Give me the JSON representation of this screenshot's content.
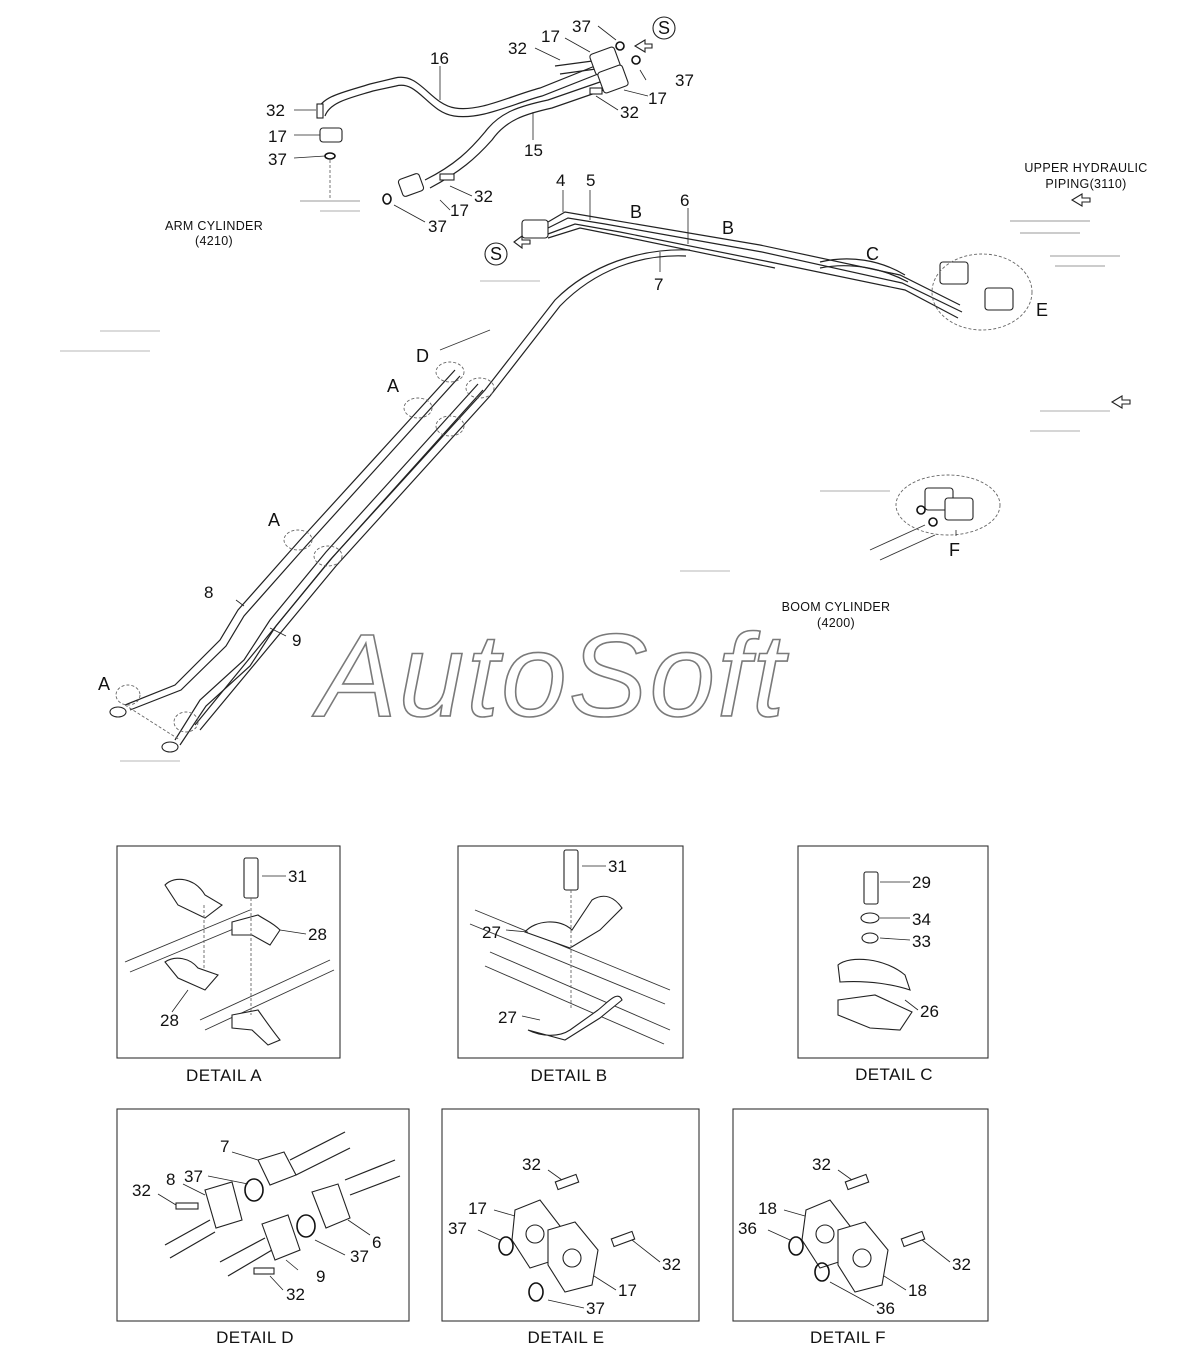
{
  "captions": {
    "arm_cylinder_line1": "ARM CYLINDER",
    "arm_cylinder_line2": "(4210)",
    "upper_piping_line1": "UPPER HYDRAULIC",
    "upper_piping_line2": "PIPING(3110)",
    "boom_cylinder_line1": "BOOM CYLINDER",
    "boom_cylinder_line2": "(4200)"
  },
  "watermark": "AutoSoft",
  "callouts": {
    "arm": [
      "32",
      "17",
      "37",
      "16",
      "15",
      "32",
      "17",
      "37",
      "37",
      "17",
      "32",
      "17",
      "32",
      "37"
    ],
    "pipes": [
      "4",
      "5",
      "6",
      "7",
      "8",
      "9"
    ],
    "details": [
      "B",
      "B",
      "C",
      "E",
      "D",
      "A",
      "A",
      "A",
      "F",
      "S",
      "S"
    ]
  },
  "detail_a": {
    "title": "DETAIL A",
    "labels": [
      "31",
      "28",
      "28"
    ]
  },
  "detail_b": {
    "title": "DETAIL B",
    "labels": [
      "31",
      "27",
      "27"
    ]
  },
  "detail_c": {
    "title": "DETAIL C",
    "labels": [
      "29",
      "34",
      "33",
      "26"
    ]
  },
  "detail_d": {
    "title": "DETAIL D",
    "labels": [
      "7",
      "37",
      "8",
      "32",
      "37",
      "6",
      "9",
      "32"
    ]
  },
  "detail_e": {
    "title": "DETAIL E",
    "labels": [
      "32",
      "17",
      "37",
      "32",
      "17",
      "37"
    ]
  },
  "detail_f": {
    "title": "DETAIL F",
    "labels": [
      "32",
      "18",
      "36",
      "32",
      "18",
      "36"
    ]
  }
}
